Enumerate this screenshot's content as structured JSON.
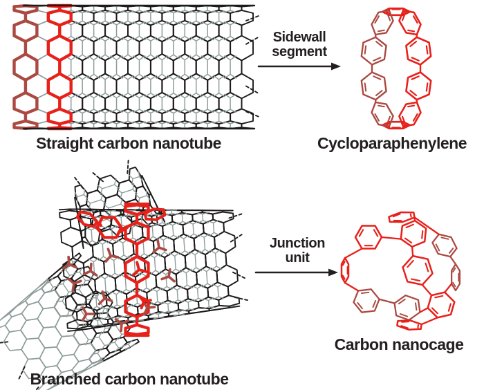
{
  "colors": {
    "highlight_red": "#e8201a",
    "back_red": "#aa4a42",
    "lattice_black": "#1d1a1a",
    "lattice_gray": "#8e9d9b",
    "arrow_black": "#231f20",
    "text": "#231f20",
    "background": "#ffffff"
  },
  "top_row": {
    "nanotube_label": "Straight carbon nanotube",
    "arrow": {
      "line1": "Sidewall",
      "line2": "segment"
    },
    "molecule_label": "Cycloparaphenylene"
  },
  "bottom_row": {
    "nanotube_label": "Branched carbon nanotube",
    "arrow": {
      "line1": "Junction",
      "line2": "unit"
    },
    "molecule_label": "Carbon nanocage"
  }
}
